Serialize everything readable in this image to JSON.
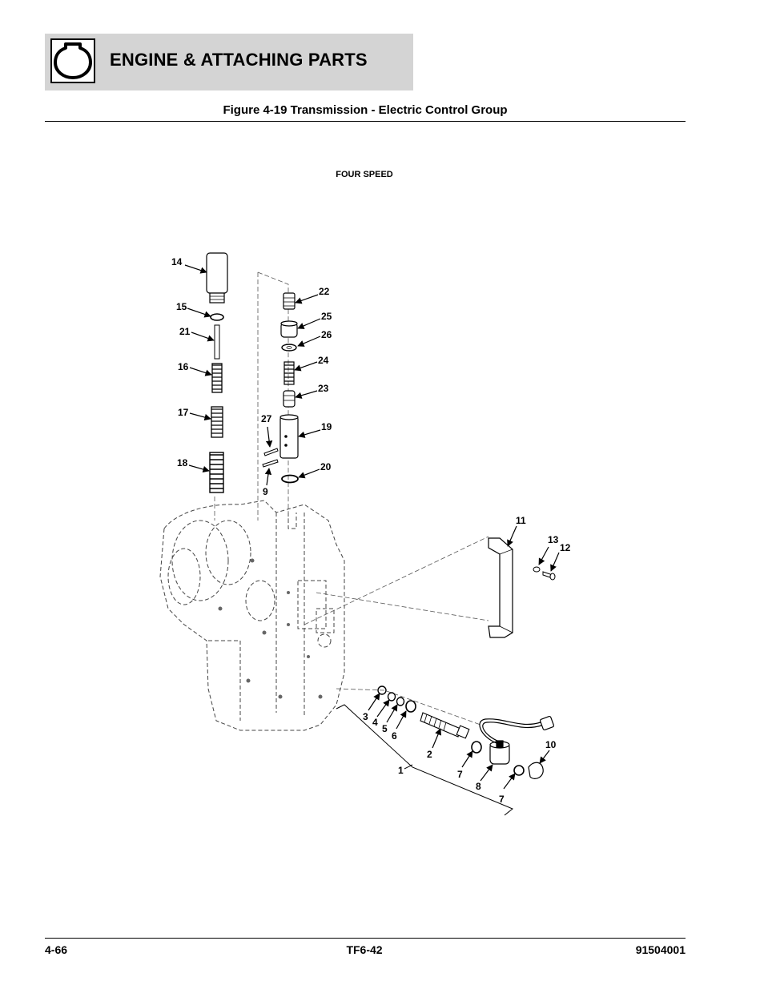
{
  "header": {
    "section_title": "ENGINE & ATTACHING PARTS",
    "icon": "engine-cylinder-icon"
  },
  "figure": {
    "title": "Figure 4-19 Transmission - Electric Control Group",
    "variant_label": "FOUR SPEED",
    "callouts": [
      {
        "id": "c14",
        "text": "14"
      },
      {
        "id": "c15",
        "text": "15"
      },
      {
        "id": "c21",
        "text": "21"
      },
      {
        "id": "c16",
        "text": "16"
      },
      {
        "id": "c17",
        "text": "17"
      },
      {
        "id": "c18",
        "text": "18"
      },
      {
        "id": "c22",
        "text": "22"
      },
      {
        "id": "c25",
        "text": "25"
      },
      {
        "id": "c26",
        "text": "26"
      },
      {
        "id": "c24",
        "text": "24"
      },
      {
        "id": "c23",
        "text": "23"
      },
      {
        "id": "c27",
        "text": "27"
      },
      {
        "id": "c19",
        "text": "19"
      },
      {
        "id": "c20",
        "text": "20"
      },
      {
        "id": "c9",
        "text": "9"
      },
      {
        "id": "c11",
        "text": "11"
      },
      {
        "id": "c13",
        "text": "13"
      },
      {
        "id": "c12",
        "text": "12"
      },
      {
        "id": "c3",
        "text": "3"
      },
      {
        "id": "c4",
        "text": "4"
      },
      {
        "id": "c5",
        "text": "5"
      },
      {
        "id": "c6",
        "text": "6"
      },
      {
        "id": "c2",
        "text": "2"
      },
      {
        "id": "c1",
        "text": "1"
      },
      {
        "id": "c7a",
        "text": "7"
      },
      {
        "id": "c8",
        "text": "8"
      },
      {
        "id": "c7b",
        "text": "7"
      },
      {
        "id": "c10",
        "text": "10"
      }
    ]
  },
  "footer": {
    "page_number": "4-66",
    "model": "TF6-42",
    "doc_number": "91504001"
  }
}
